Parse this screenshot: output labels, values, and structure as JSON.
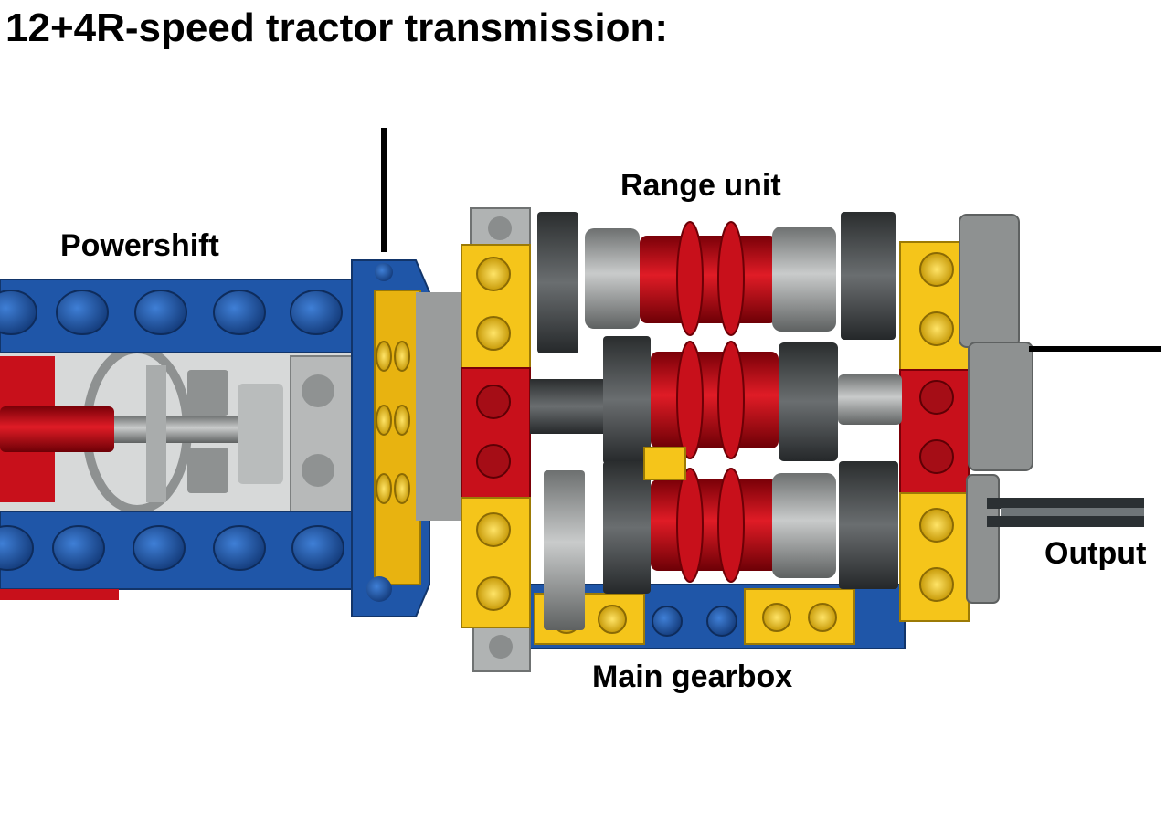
{
  "title": "12+4R-speed tractor transmission:",
  "labels": {
    "powershift": "Powershift",
    "range_unit": "Range unit",
    "main_gearbox": "Main gearbox",
    "output": "Output"
  },
  "colors": {
    "background": "#ffffff",
    "blue_beam": "#1f56a8",
    "yellow_beam": "#f5c51a",
    "red_part": "#c8101b",
    "light_gray": "#9a9c9c",
    "dark_gray": "#55595a",
    "black_axle": "#2b3033",
    "text": "#000000"
  }
}
